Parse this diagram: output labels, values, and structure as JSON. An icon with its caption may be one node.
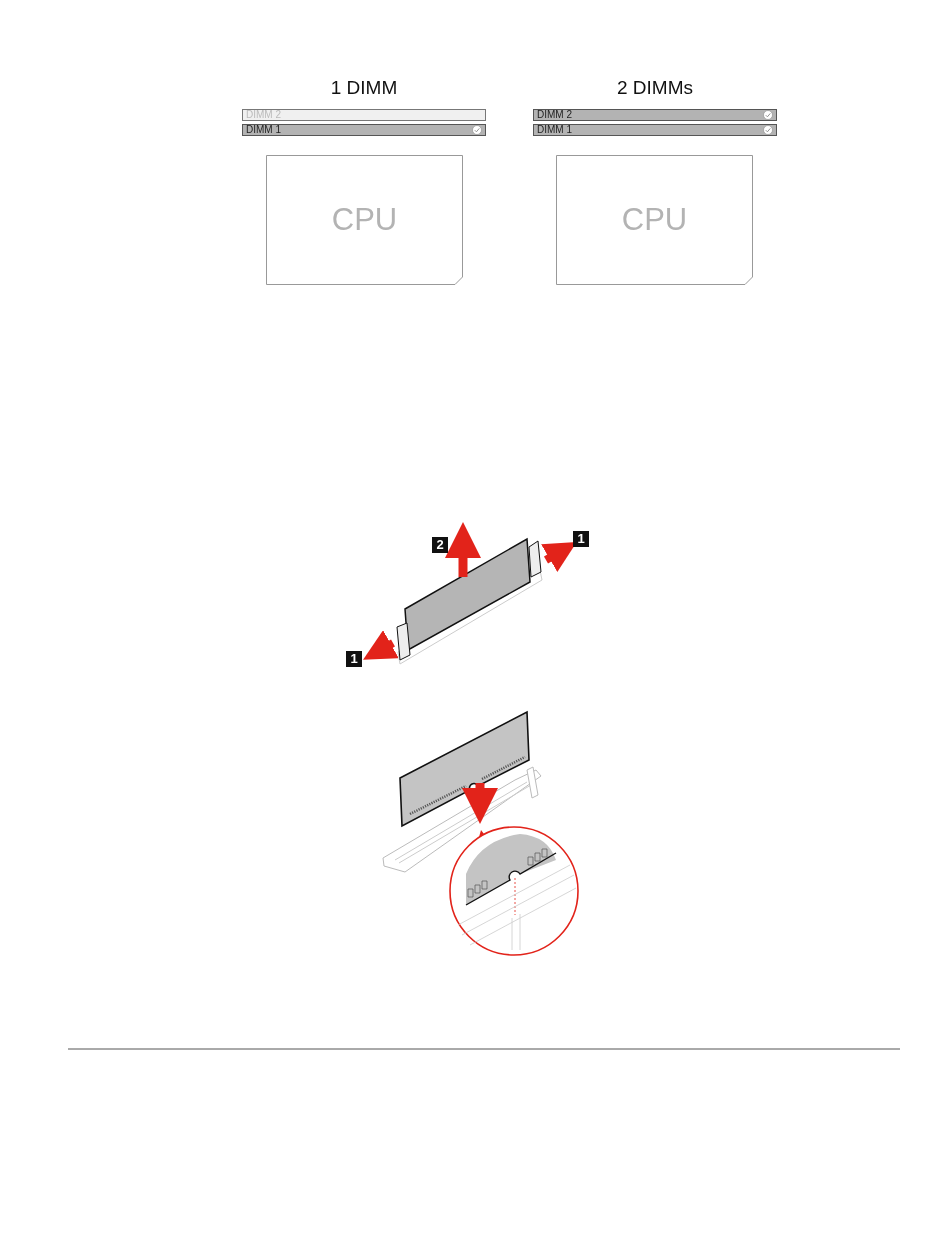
{
  "diagram": {
    "nodes": [
      {
        "text": [
          "DIMM 2"
        ]
      },
      {
        "text": [
          "DIMM 1"
        ]
      },
      {
        "text": [
          "CPU"
        ]
      },
      {
        "text": [
          "DIMM 2"
        ]
      },
      {
        "text": [
          "DIMM 1"
        ]
      },
      {
        "text": [
          "CPU"
        ]
      }
    ],
    "labels": [
      "1 DIMM",
      "2 DIMMs",
      "2",
      "1",
      "1"
    ]
  }
}
